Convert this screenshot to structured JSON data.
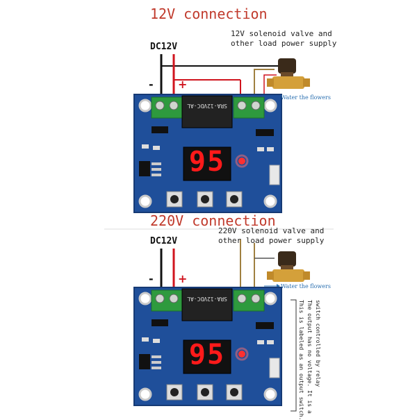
{
  "sections": [
    {
      "title": "12V connection",
      "dc_label": "DC12V",
      "minus": "-",
      "plus": "+",
      "load_label_line1": "12V solenoid valve and",
      "load_label_line2": "other load power supply",
      "water": "Water the flowers",
      "relay_text": "SRA-12VDC-AL",
      "display": "95"
    },
    {
      "title": "220V connection",
      "dc_label": "DC12V",
      "minus": "-",
      "plus": "+",
      "load_label_line1": "220V solenoid valve and",
      "load_label_line2": "other load power supply",
      "water": "Water the flowers",
      "relay_text": "SRA-12VDC-AL",
      "display": "95",
      "note_lines": [
        "This is labeled as an output switch.",
        "The output has no voltage. It is a",
        "switch controlled by relay"
      ]
    }
  ],
  "colors": {
    "title": "#c0392b",
    "board": "#1f4f9a",
    "terminal": "#2e9a3e",
    "display": "#ff1a1a",
    "wire_red": "#d0141e",
    "wire_black": "#111111",
    "wire_brown": "#a08040"
  }
}
